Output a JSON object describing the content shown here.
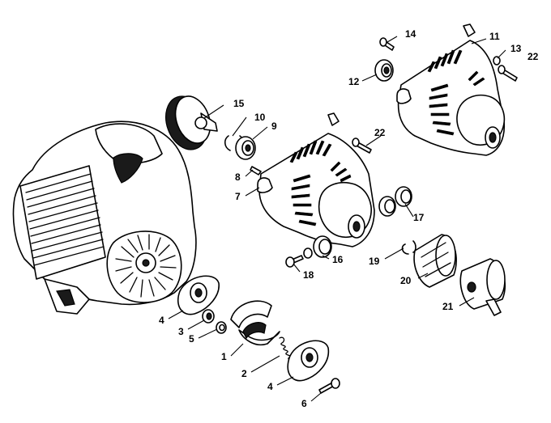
{
  "callouts": {
    "c1": "1",
    "c2": "2",
    "c3": "3",
    "c4a": "4",
    "c4b": "4",
    "c5": "5",
    "c6": "6",
    "c7": "7",
    "c8": "8",
    "c9": "9",
    "c10": "10",
    "c11": "11",
    "c12": "12",
    "c13": "13",
    "c14": "14",
    "c15": "15",
    "c16": "16",
    "c17": "17",
    "c18": "18",
    "c19": "19",
    "c20": "20",
    "c21": "21",
    "c22a": "22",
    "c22b": "22"
  }
}
